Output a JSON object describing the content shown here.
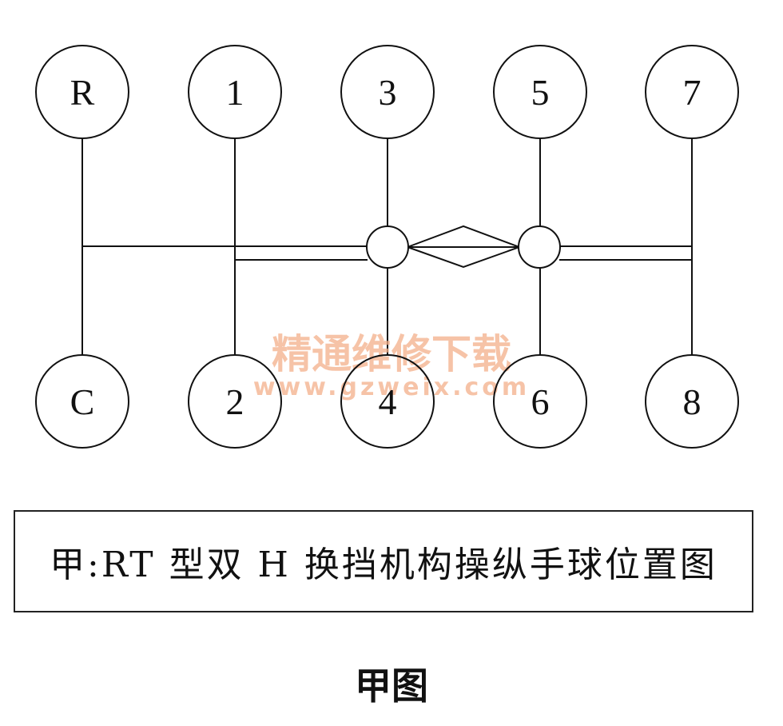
{
  "gears": {
    "top": [
      "R",
      "1",
      "3",
      "5",
      "7"
    ],
    "bottom": [
      "C",
      "2",
      "4",
      "6",
      "8"
    ]
  },
  "watermark": {
    "name": "精通维修下载",
    "url": "www.gzweix.com"
  },
  "caption": "甲:RT 型双 H 换挡机构操纵手球位置图",
  "figure_title": "甲图",
  "colors": {
    "line": "#111111",
    "watermark": "#f4b08a"
  }
}
